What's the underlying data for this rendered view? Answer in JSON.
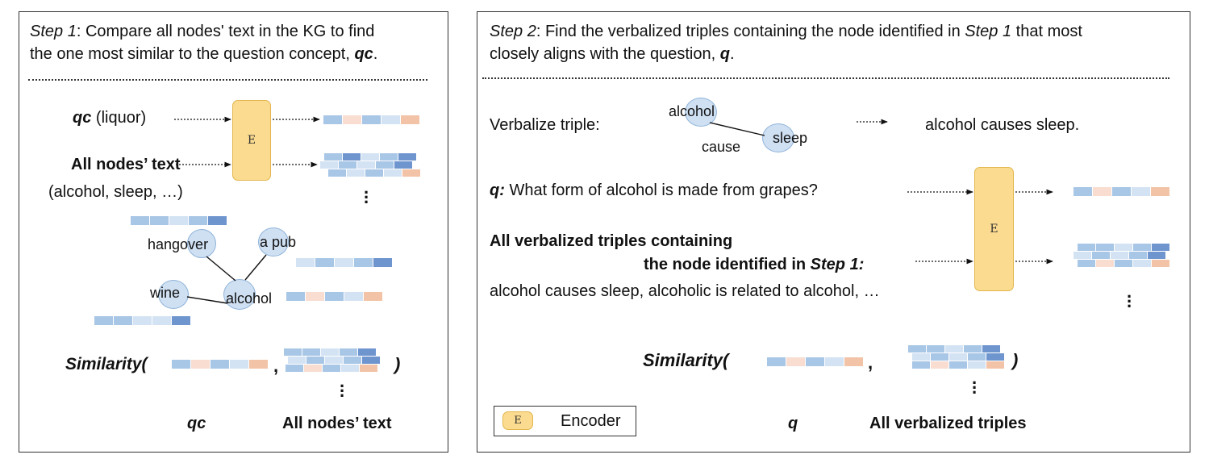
{
  "colors": {
    "encoder_fill": "#fbdb8f",
    "encoder_stroke": "#e2b64e",
    "node_fill": "#cfe0f3",
    "node_stroke": "#8fb3d9",
    "vec_light_blue": "#d4e3f3",
    "vec_mid_blue": "#a8c6e6",
    "vec_dark_blue": "#6f95cf",
    "vec_peach": "#f2c3a6",
    "vec_light_peach": "#f8ddd0"
  },
  "step1": {
    "heading_label": "Step 1",
    "heading_rest_1": ": Compare all nodes' text in the KG to find",
    "heading_rest_2": "the one most similar to the question concept,",
    "heading_qc": "qc",
    "heading_end": ".",
    "qc_label": "qc",
    "qc_paren": "(liquor)",
    "nodes_text_label": "All nodes’ text",
    "nodes_text_examples": "(alcohol, sleep, …)",
    "encoder_letter": "E",
    "graph": {
      "node_hangover": "hangover",
      "node_a_pub": "a pub",
      "node_wine": "wine",
      "node_alcohol": "alcohol"
    },
    "similarity_label": "Similarity(",
    "comma": ",",
    "close_paren": ")",
    "bottom_qc": "qc",
    "bottom_all_nodes": "All nodes’ text"
  },
  "step2": {
    "heading_label": "Step 2",
    "heading_rest_1": ": Find the verbalized triples containing the node identified in",
    "heading_step1_ref": "Step 1",
    "heading_rest_2": " that most",
    "heading_line2": "closely aligns with the question,",
    "heading_q": "q",
    "heading_end": ".",
    "verbalize_label": "Verbalize triple:",
    "triple_head": "alcohol",
    "triple_relation": "cause",
    "triple_tail": "sleep",
    "verbalized_sentence": "alcohol causes sleep.",
    "q_label": "q:",
    "q_text": " What form of alcohol is made from grapes?",
    "triples_label_1": "All verbalized triples containing",
    "triples_label_2": "the node identified in",
    "triples_label_step": "Step 1:",
    "triples_examples": "alcohol causes sleep, alcoholic is related to alcohol, …",
    "encoder_letter": "E",
    "similarity_label": "Similarity(",
    "comma": ",",
    "close_paren": ")",
    "bottom_q": "q",
    "bottom_all_triples": "All verbalized triples"
  },
  "legend": {
    "encoder_letter": "E",
    "encoder_label": "Encoder"
  }
}
